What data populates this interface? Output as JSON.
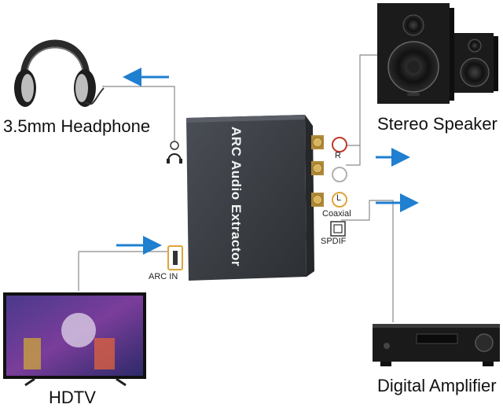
{
  "labels": {
    "headphone": "3.5mm Headphone",
    "speaker": "Stereo Speaker",
    "amplifier": "Digital Amplifier",
    "hdtv": "HDTV",
    "device": "ARC Audio Extractor",
    "port_r": "R",
    "port_l": "L",
    "port_coaxial": "Coaxial",
    "port_spdif": "SPDIF",
    "port_arc_in": "ARC IN"
  },
  "colors": {
    "arrow": "#1f7fd0",
    "device_body": "#3a3d42",
    "wire": "#888888",
    "port_r_ring": "#c0392b",
    "port_l_ring": "#b0b0b0",
    "port_coax_ring": "#e0a43a"
  },
  "icons": [
    "headphone-icon",
    "speaker-icon",
    "amplifier-icon",
    "tv-icon",
    "arrow-icon",
    "optical-port-icon"
  ]
}
